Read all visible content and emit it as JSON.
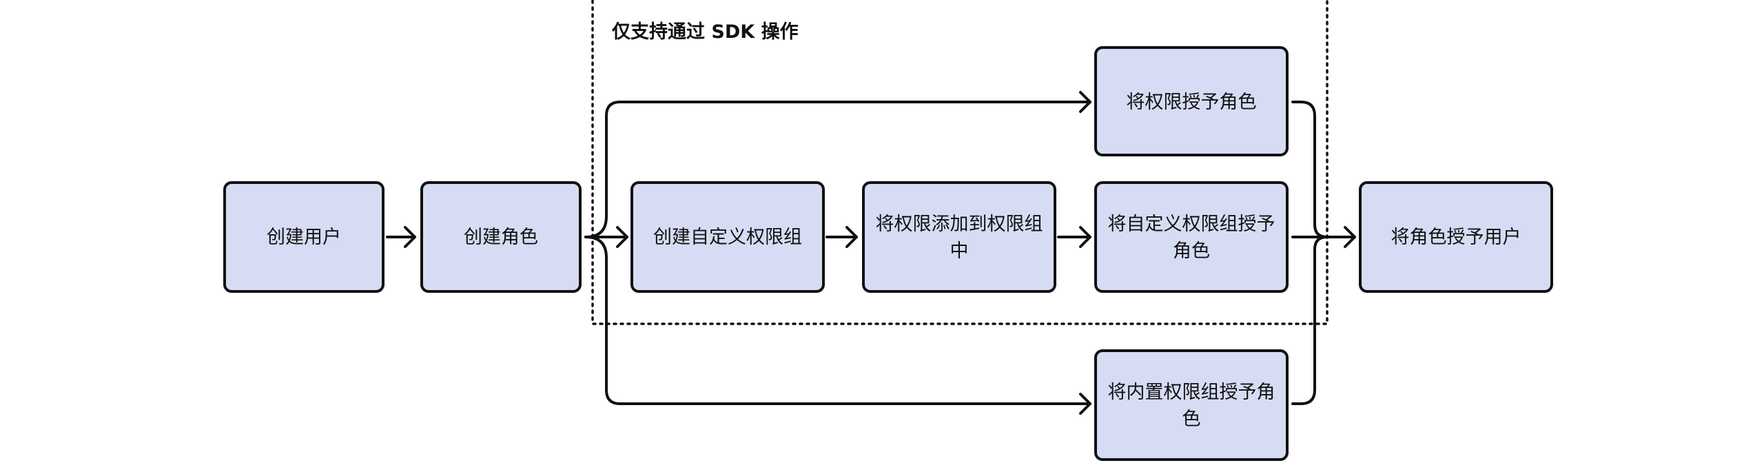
{
  "diagram": {
    "group": {
      "label": "仅支持通过 SDK 操作"
    },
    "nodes": [
      {
        "id": "create-user",
        "lines": [
          "创建用户"
        ]
      },
      {
        "id": "create-role",
        "lines": [
          "创建角色"
        ]
      },
      {
        "id": "create-custom-group",
        "lines": [
          "创建自定义权限组"
        ]
      },
      {
        "id": "add-perm-to-group",
        "lines": [
          "将权限添加到权限组",
          "中"
        ]
      },
      {
        "id": "grant-custom-group",
        "lines": [
          "将自定义权限组授予",
          "角色"
        ]
      },
      {
        "id": "grant-perm-to-role",
        "lines": [
          "将权限授予角色"
        ]
      },
      {
        "id": "grant-builtin-group",
        "lines": [
          "将内置权限组授予角",
          "色"
        ]
      },
      {
        "id": "grant-role-to-user",
        "lines": [
          "将角色授予用户"
        ]
      }
    ]
  }
}
